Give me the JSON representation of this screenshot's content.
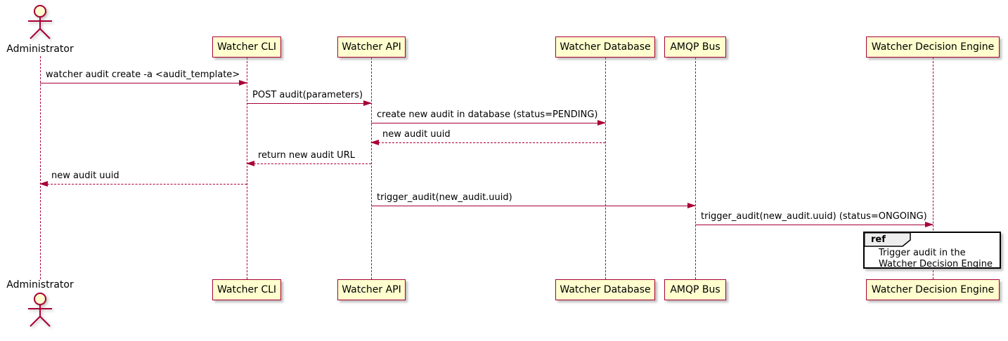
{
  "diagram_type": "sequence-diagram",
  "colors": {
    "accent": "#A80036",
    "participant_fill": "#FEFECE",
    "ref_tab_fill": "#EEEEEE",
    "ref_border": "#000000",
    "background": "#FFFFFF"
  },
  "actor": {
    "label": "Administrator"
  },
  "participants": [
    {
      "label": "Watcher CLI"
    },
    {
      "label": "Watcher API"
    },
    {
      "label": "Watcher Database"
    },
    {
      "label": "AMQP Bus"
    },
    {
      "label": "Watcher Decision Engine"
    }
  ],
  "messages": [
    {
      "from": "Administrator",
      "to": "Watcher CLI",
      "style": "solid",
      "label": "watcher audit create -a <audit_template>"
    },
    {
      "from": "Watcher CLI",
      "to": "Watcher API",
      "style": "solid",
      "label": "POST audit(parameters)"
    },
    {
      "from": "Watcher API",
      "to": "Watcher Database",
      "style": "solid",
      "label": "create new audit in database (status=PENDING)"
    },
    {
      "from": "Watcher Database",
      "to": "Watcher API",
      "style": "dashed",
      "label": "new audit uuid"
    },
    {
      "from": "Watcher API",
      "to": "Watcher CLI",
      "style": "dashed",
      "label": "return new audit URL"
    },
    {
      "from": "Watcher CLI",
      "to": "Administrator",
      "style": "dashed",
      "label": "new audit uuid"
    },
    {
      "from": "Watcher API",
      "to": "AMQP Bus",
      "style": "solid",
      "label": "trigger_audit(new_audit.uuid)"
    },
    {
      "from": "AMQP Bus",
      "to": "Watcher Decision Engine",
      "style": "solid",
      "label": "trigger_audit(new_audit.uuid) (status=ONGOING)"
    }
  ],
  "ref": {
    "keyword": "ref",
    "line1": "Trigger audit in the",
    "line2": "Watcher Decision Engine"
  }
}
